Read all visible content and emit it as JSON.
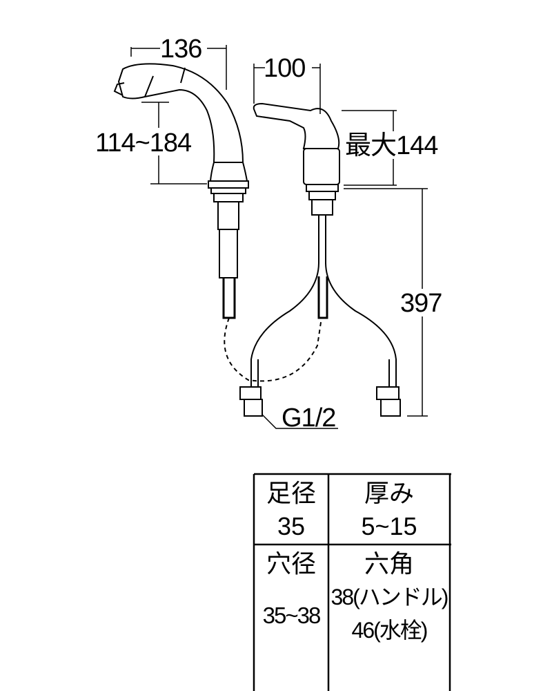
{
  "dimensions": {
    "spout_reach": "136",
    "lever_reach": "100",
    "spout_height": "114~184",
    "max_height": "最大144",
    "hose_length": "397",
    "connection": "G1/2"
  },
  "spec_table": {
    "foot_diameter_label": "足径",
    "foot_diameter_value": "35",
    "thickness_label": "厚み",
    "thickness_value": "5~15",
    "hole_diameter_label": "穴径",
    "hole_diameter_value": "35~38",
    "hex_label": "六角",
    "hex_handle": "38(ハンドル)",
    "hex_valve": "46(水栓)"
  }
}
